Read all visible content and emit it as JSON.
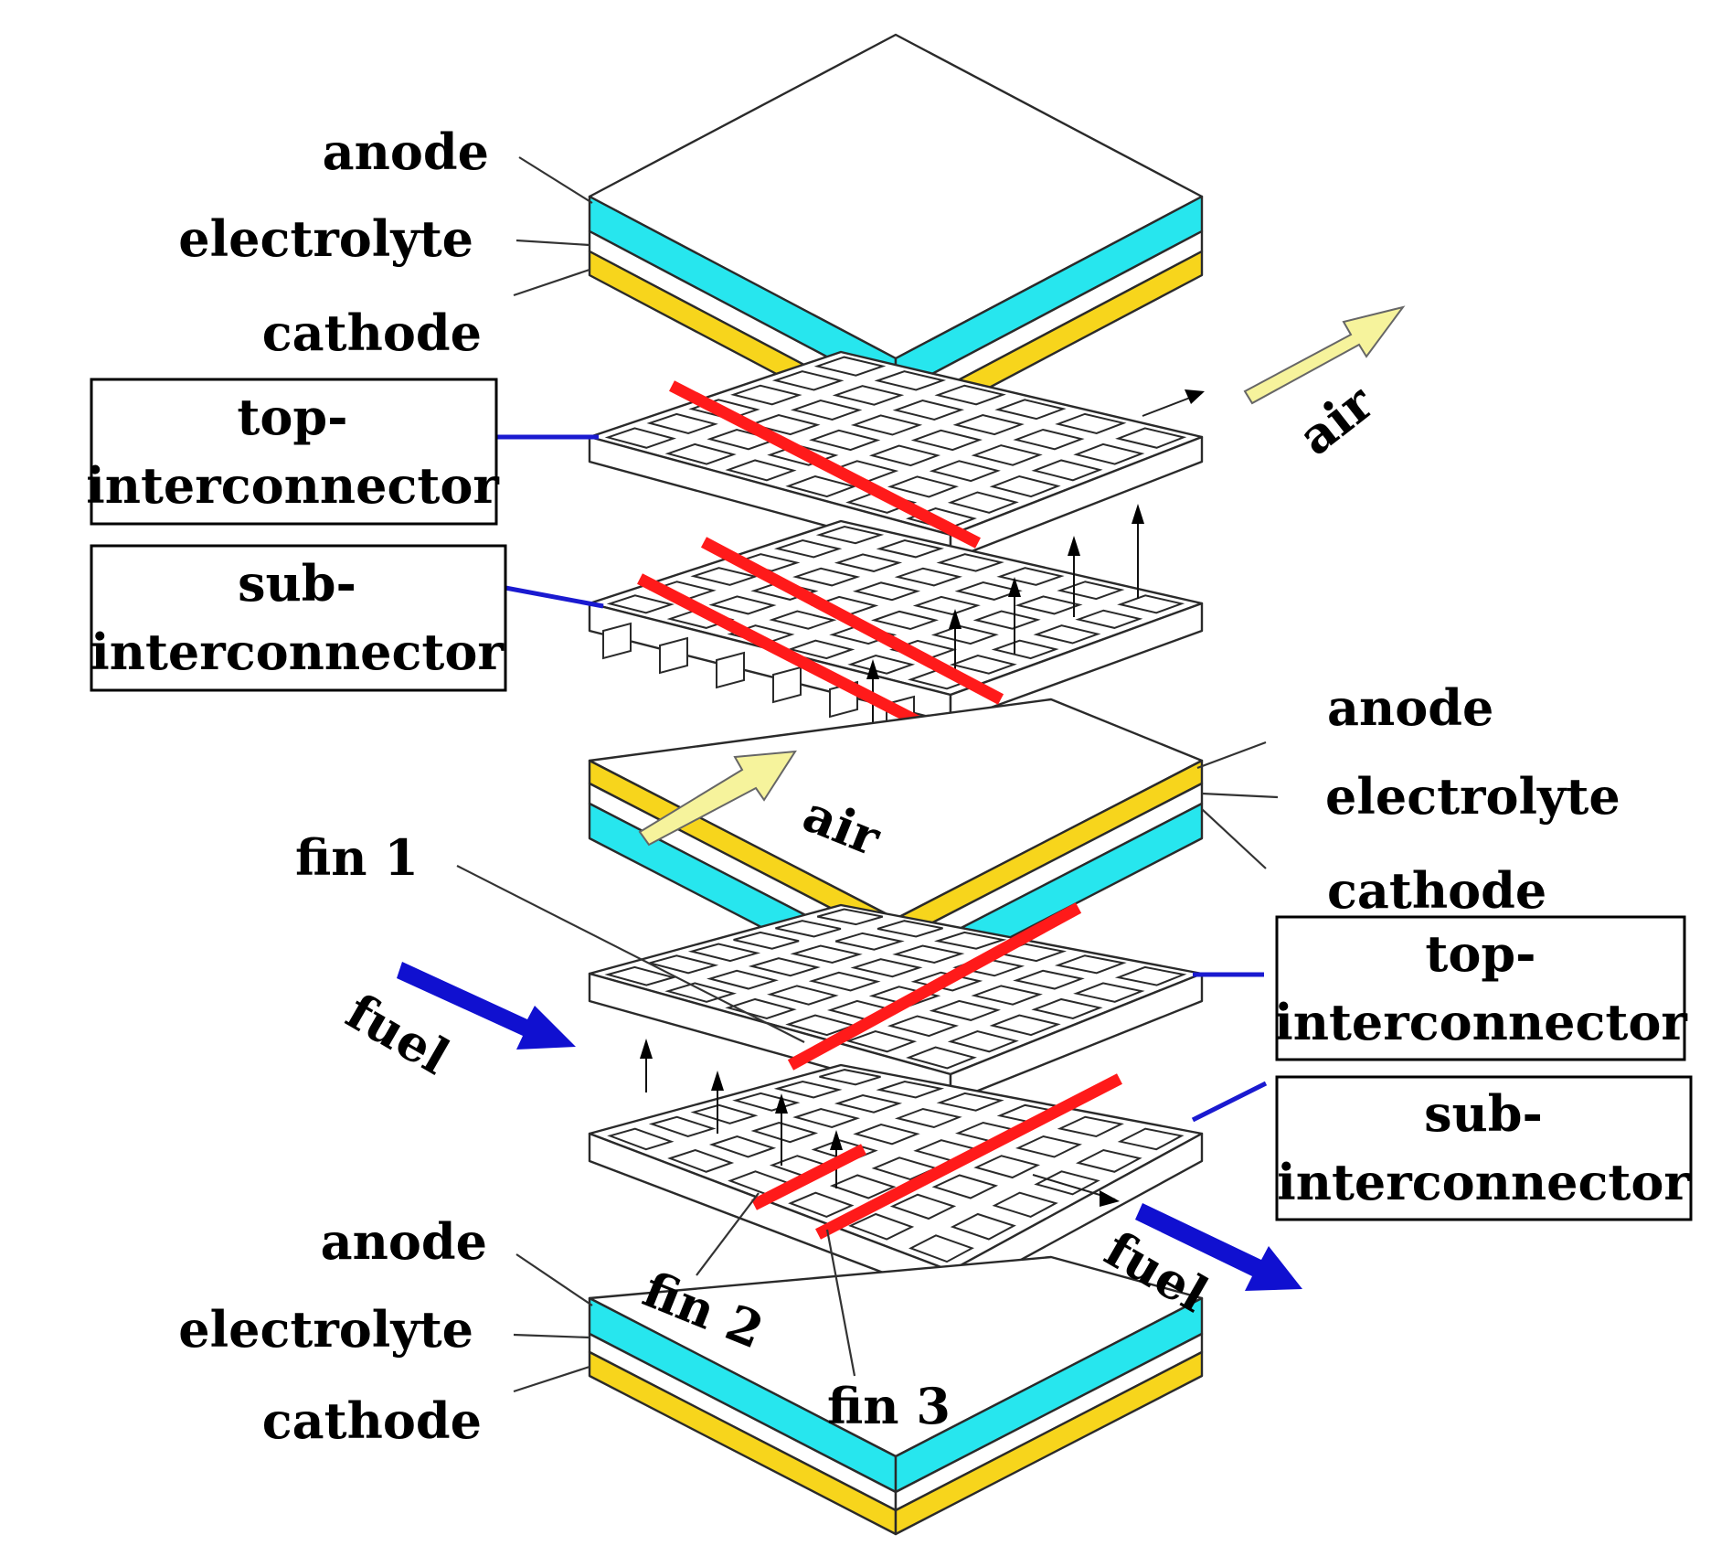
{
  "colors": {
    "anode": "#27e6ee",
    "electrolyte": "#ffffff",
    "cathode": "#f7d51c",
    "fin": "#ff1a1a",
    "fuel_arrow": "#1010d0",
    "air_arrow": "#f6f39c",
    "connector_line": "#1a1ad0"
  },
  "labels": {
    "top_cell": {
      "anode": "anode",
      "electrolyte": "electrolyte",
      "cathode": "cathode"
    },
    "mid_cell": {
      "anode": "anode",
      "electrolyte": "electrolyte",
      "cathode": "cathode"
    },
    "bottom_cell": {
      "anode": "anode",
      "electrolyte": "electrolyte",
      "cathode": "cathode"
    },
    "left_top_interconnector": [
      "top-",
      "interconnector"
    ],
    "left_sub_interconnector": [
      "sub-",
      "interconnector"
    ],
    "right_top_interconnector": [
      "top-",
      "interconnector"
    ],
    "right_sub_interconnector": [
      "sub-",
      "interconnector"
    ],
    "air_top": "air",
    "air_mid": "air",
    "fuel_in": "fuel",
    "fuel_out": "fuel",
    "fin1": "fin 1",
    "fin2": "fin 2",
    "fin3": "fin 3"
  }
}
